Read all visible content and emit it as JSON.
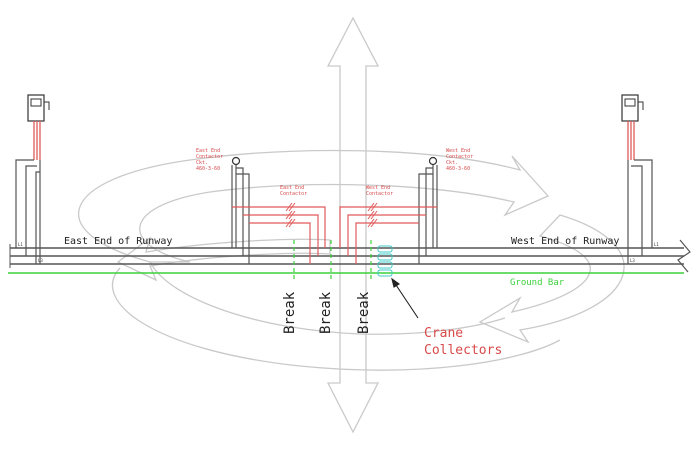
{
  "labels": {
    "east_end_runway": "East End of Runway",
    "west_end_runway": "West End of Runway",
    "ground_bar": "Ground Bar",
    "break_1": "Break",
    "break_2": "Break",
    "break_3": "Break",
    "crane_collectors_line1": "Crane",
    "crane_collectors_line2": "Collectors",
    "east_contactor_ckt_l1": "East End",
    "east_contactor_ckt_l2": "Contactor",
    "east_contactor_ckt_l3": "Ckt.",
    "east_contactor_ckt_l4": "460-3-60",
    "west_contactor_ckt_l1": "West End",
    "west_contactor_ckt_l2": "Contactor",
    "west_contactor_ckt_l3": "Ckt.",
    "west_contactor_ckt_l4": "460-3-60",
    "east_contactor_l1": "East End",
    "east_contactor_l2": "Contactor",
    "west_contactor_l1": "West End",
    "west_contactor_l2": "Contactor"
  },
  "colors": {
    "conductor": "#555555",
    "wiring": "#e05a5a",
    "ground": "#3cd23c",
    "collector": "#40c8c8",
    "label_red": "#d84a4a",
    "arrow_outline": "#c8c8c8"
  }
}
